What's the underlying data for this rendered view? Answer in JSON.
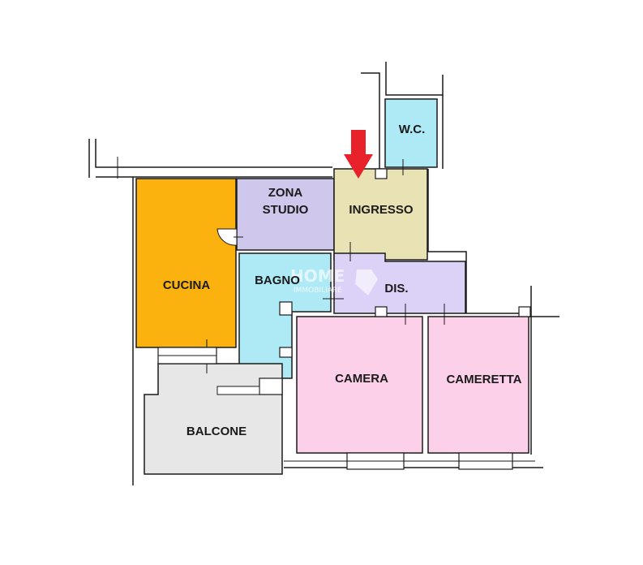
{
  "floorplan": {
    "rooms": [
      {
        "id": "wc",
        "label": "W.C.",
        "color": "#aee9f6"
      },
      {
        "id": "zona-studio",
        "label_lines": [
          "ZONA",
          "STUDIO"
        ],
        "color": "#cfc8ec"
      },
      {
        "id": "ingresso",
        "label": "INGRESSO",
        "color": "#e9e2b4"
      },
      {
        "id": "cucina",
        "label": "CUCINA",
        "color": "#fbb20f"
      },
      {
        "id": "bagno",
        "label": "BAGNO",
        "color": "#aee9f6"
      },
      {
        "id": "dis",
        "label": "DIS.",
        "color": "#dcd1f7"
      },
      {
        "id": "camera",
        "label": "CAMERA",
        "color": "#fdd0ea"
      },
      {
        "id": "cameretta",
        "label": "CAMERETTA",
        "color": "#fdd0ea"
      },
      {
        "id": "balcone",
        "label": "BALCONE",
        "color": "#e7e7e7"
      }
    ],
    "entrance_marker": {
      "icon": "arrow-down-icon",
      "color": "#e8222a"
    },
    "watermark": {
      "logo_text": "HOME",
      "sub_text": "IMMOBILIARE"
    }
  }
}
